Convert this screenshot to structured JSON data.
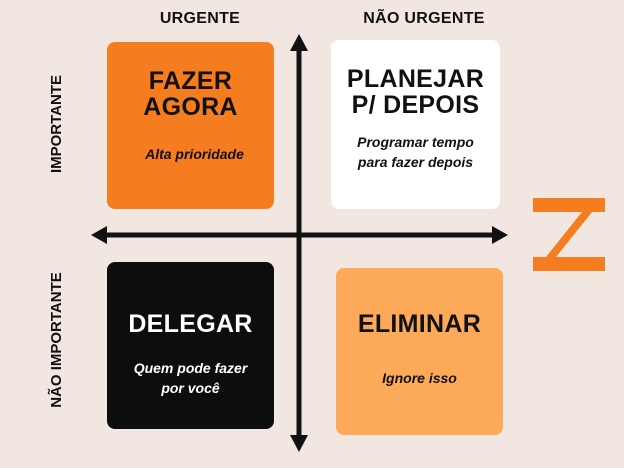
{
  "headers": {
    "col_urgent": "URGENTE",
    "col_not_urgent": "NÃO URGENTE",
    "row_important": "IMPORTANTE",
    "row_not_important": "NÃO IMPORTANTE"
  },
  "quadrants": {
    "do_now": {
      "title_line1": "FAZER",
      "title_line2": "AGORA",
      "subtitle": "Alta prioridade",
      "color": "#f57c1f"
    },
    "plan": {
      "title_line1": "PLANEJAR",
      "title_line2": "P/ DEPOIS",
      "subtitle_line1": "Programar tempo",
      "subtitle_line2": "para fazer depois",
      "color": "#ffffff"
    },
    "delegate": {
      "title": "DELEGAR",
      "subtitle_line1": "Quem pode fazer",
      "subtitle_line2": "por você",
      "color": "#0d0d0d"
    },
    "eliminate": {
      "title": "ELIMINAR",
      "subtitle": "Ignore isso",
      "color": "#fda95a"
    }
  },
  "colors": {
    "background": "#f2e6e0",
    "axis": "#111111",
    "logo": "#f57c1f"
  },
  "logo_icon": "hourglass-logo-icon"
}
